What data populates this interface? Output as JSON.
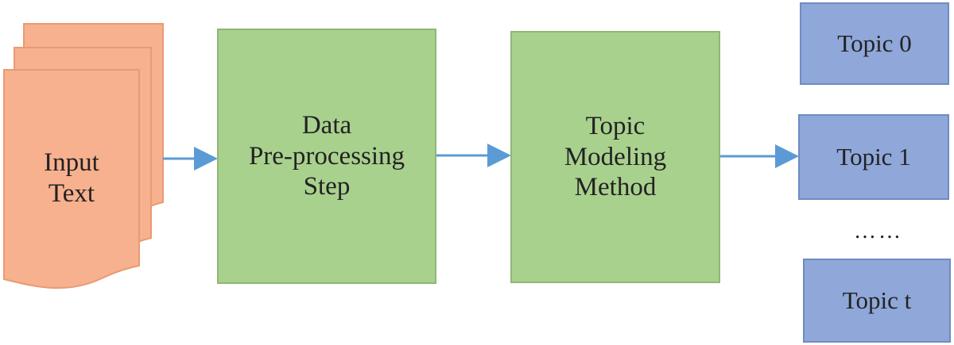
{
  "colors": {
    "document_fill": "#f7b18e",
    "document_stroke": "#e99a73",
    "step_fill": "#a9d18e",
    "topic_fill": "#8fa7d9",
    "arrow": "#5b9bd5"
  },
  "input": {
    "line1": "Input",
    "line2": "Text"
  },
  "preprocess": {
    "line1": "Data",
    "line2": "Pre-processing",
    "line3": "Step"
  },
  "modeling": {
    "line1": "Topic",
    "line2": "Modeling",
    "line3": "Method"
  },
  "topics": {
    "topic_0": "Topic 0",
    "topic_1": "Topic 1",
    "ellipsis": "……",
    "topic_t": "Topic t"
  }
}
